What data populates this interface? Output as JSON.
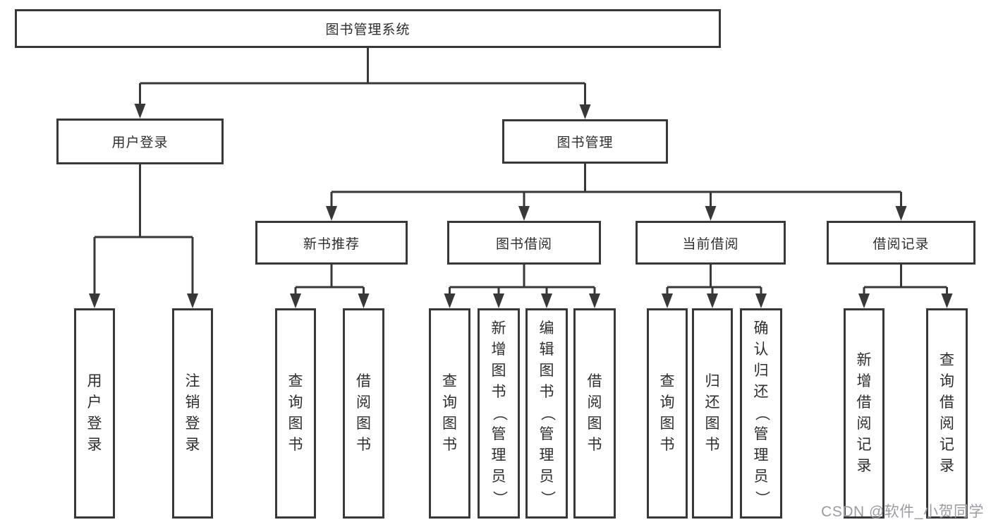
{
  "diagram": {
    "root": {
      "label": "图书管理系统"
    },
    "level2": [
      {
        "label": "用户登录",
        "children": [
          {
            "label": "用户登录"
          },
          {
            "label": "注销登录"
          }
        ]
      },
      {
        "label": "图书管理",
        "children": [
          {
            "label": "新书推荐",
            "children": [
              {
                "label": "查询图书"
              },
              {
                "label": "借阅图书"
              }
            ]
          },
          {
            "label": "图书借阅",
            "children": [
              {
                "label": "查询图书"
              },
              {
                "label": "新增图书（管理员）"
              },
              {
                "label": "编辑图书（管理员）"
              },
              {
                "label": "借阅图书"
              }
            ]
          },
          {
            "label": "当前借阅",
            "children": [
              {
                "label": "查询图书"
              },
              {
                "label": "归还图书"
              },
              {
                "label": "确认归还（管理员）"
              }
            ]
          },
          {
            "label": "借阅记录",
            "children": [
              {
                "label": "新增借阅记录"
              },
              {
                "label": "查询借阅记录"
              }
            ]
          }
        ]
      }
    ]
  },
  "watermark": {
    "text": "CSDN @软件_小贺同学"
  },
  "colors": {
    "line": "#383838",
    "text": "#2e2e2e",
    "background": "#ffffff",
    "watermark": "#9b9ba3"
  }
}
